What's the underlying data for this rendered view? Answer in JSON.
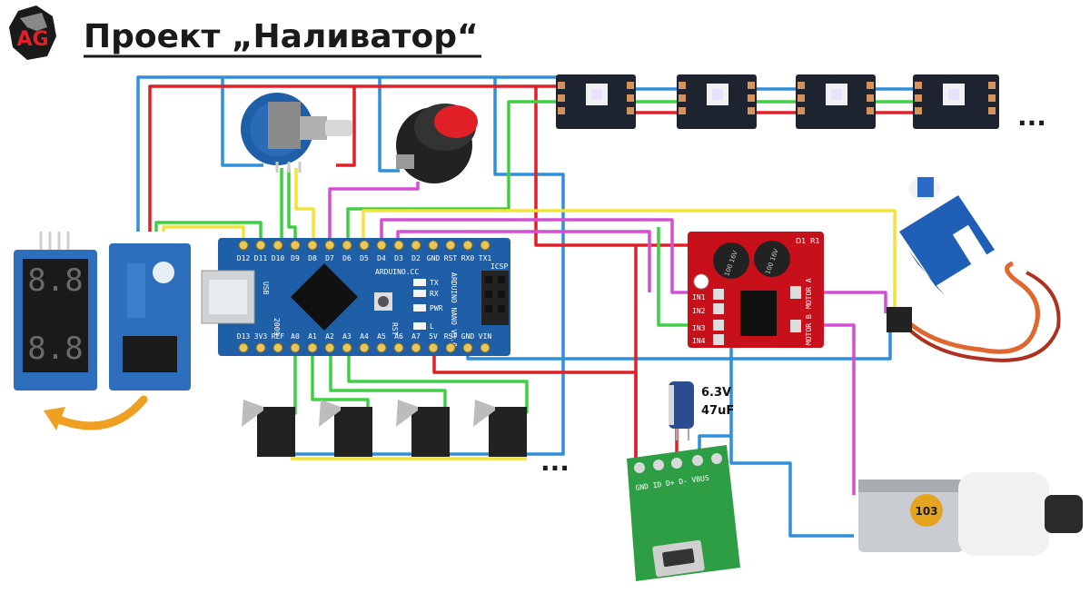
{
  "header": {
    "logo_text": "AG",
    "title": "Проект „Наливатор“"
  },
  "arduino": {
    "top_pins": [
      "D12",
      "D11",
      "D10",
      "D9",
      "D8",
      "D7",
      "D6",
      "D5",
      "D4",
      "D3",
      "D2",
      "GND",
      "RST",
      "RX0",
      "TX1"
    ],
    "bottom_pins": [
      "D13",
      "3V3",
      "REF",
      "A0",
      "A1",
      "A2",
      "A3",
      "A4",
      "A5",
      "A6",
      "A7",
      "5V",
      "RST",
      "GND",
      "VIN"
    ],
    "brand": "ARDUINO.CC",
    "model": "ARDUINO NANO V3.0",
    "usb": "USB",
    "year": "2009",
    "icsp": "ICSP",
    "rst": "RST",
    "leds": [
      "TX",
      "RX",
      "PWR",
      "L"
    ]
  },
  "driver": {
    "inputs": [
      "IN1",
      "IN2",
      "IN3",
      "IN4"
    ],
    "motor_a": "MOTOR A",
    "motor_b": "MOTOR B",
    "caps": [
      "100 16V",
      "100 16V"
    ],
    "labels": [
      "D1",
      "R1"
    ]
  },
  "usb_board": {
    "pins": "GND ID D+ D- VBUS"
  },
  "capacitor": {
    "voltage": "6.3V",
    "capacitance": "47uF"
  },
  "pump": {
    "label": "103"
  },
  "led_strip": {
    "ellipsis": "..."
  },
  "switches": {
    "ellipsis": "..."
  },
  "colors": {
    "red": "#e01f26",
    "blue": "#2f8fd8",
    "green": "#3fcf45",
    "yellow": "#f2e33a",
    "magenta": "#d44ed4",
    "nano": "#1f5fa8",
    "driver": "#c8101a",
    "usb_board": "#2e9e45"
  }
}
